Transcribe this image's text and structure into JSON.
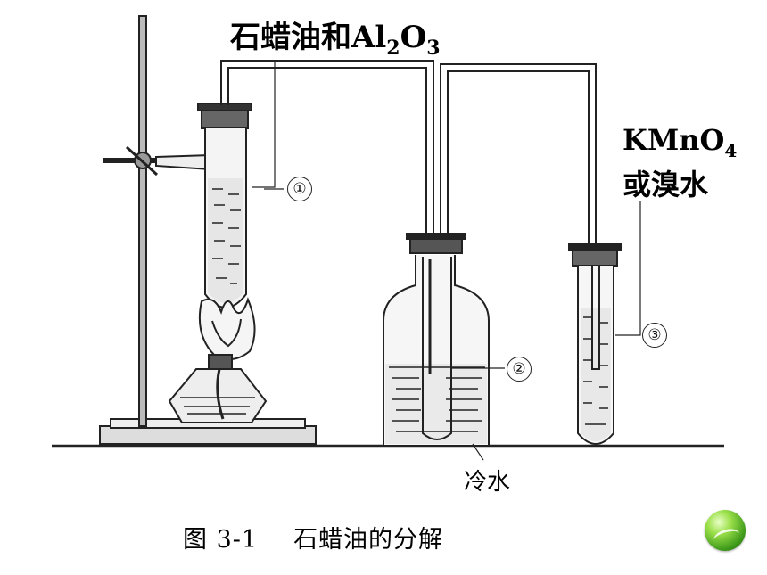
{
  "labels": {
    "reagent_main": "石蜡油和Al",
    "reagent_sub1": "2",
    "reagent_o": "O",
    "reagent_sub2": "3",
    "indicator_main": "KMnO",
    "indicator_sub": "4",
    "indicator_line2": "或溴水",
    "cold_water": "冷水",
    "caption_figure": "图 3-1",
    "caption_title": "石蜡油的分解"
  },
  "markers": [
    "①",
    "②",
    "③"
  ]
}
